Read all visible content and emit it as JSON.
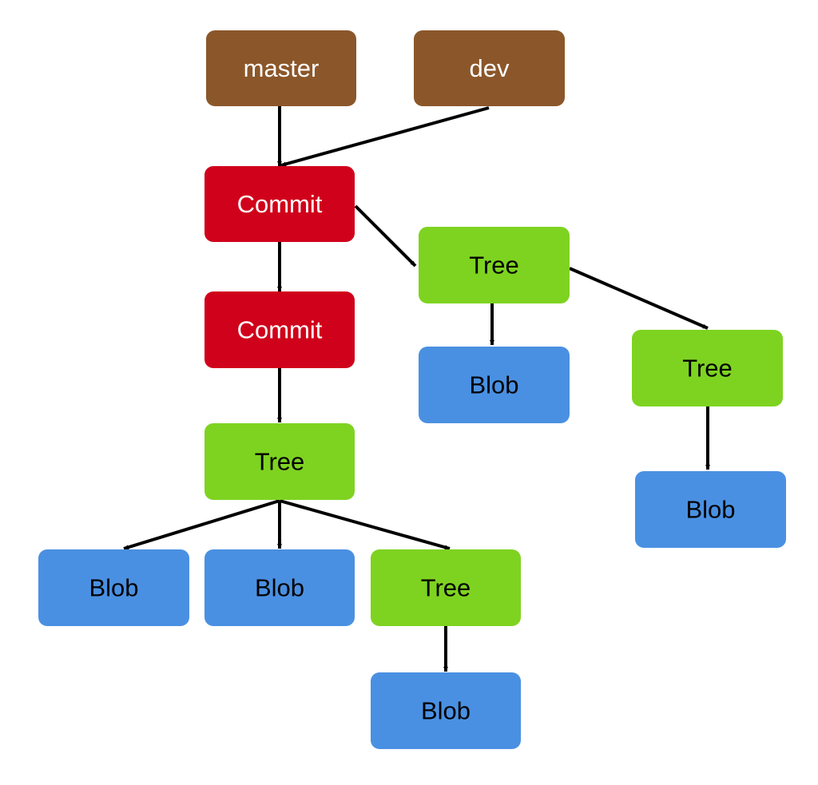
{
  "colors": {
    "branch": "#8b572a",
    "commit": "#d0021b",
    "tree": "#7ed321",
    "blob": "#4a90e2",
    "edge": "#000000",
    "light_text": "#ffffff",
    "dark_text": "#000000"
  },
  "nodes": [
    {
      "id": "master",
      "type": "branch",
      "label": "master"
    },
    {
      "id": "dev",
      "type": "branch",
      "label": "dev"
    },
    {
      "id": "commit1",
      "type": "commit",
      "label": "Commit"
    },
    {
      "id": "commit2",
      "type": "commit",
      "label": "Commit"
    },
    {
      "id": "tree_a",
      "type": "tree",
      "label": "Tree"
    },
    {
      "id": "blob_a",
      "type": "blob",
      "label": "Blob"
    },
    {
      "id": "tree_b",
      "type": "tree",
      "label": "Tree"
    },
    {
      "id": "blob_b",
      "type": "blob",
      "label": "Blob"
    },
    {
      "id": "tree_c",
      "type": "tree",
      "label": "Tree"
    },
    {
      "id": "blob_c1",
      "type": "blob",
      "label": "Blob"
    },
    {
      "id": "blob_c2",
      "type": "blob",
      "label": "Blob"
    },
    {
      "id": "tree_d",
      "type": "tree",
      "label": "Tree"
    },
    {
      "id": "blob_d",
      "type": "blob",
      "label": "Blob"
    }
  ],
  "edges": [
    {
      "from": "master",
      "to": "commit1"
    },
    {
      "from": "dev",
      "to": "commit1"
    },
    {
      "from": "commit1",
      "to": "commit2"
    },
    {
      "from": "commit1",
      "to": "tree_a"
    },
    {
      "from": "tree_a",
      "to": "blob_a"
    },
    {
      "from": "tree_a",
      "to": "tree_b"
    },
    {
      "from": "tree_b",
      "to": "blob_b"
    },
    {
      "from": "commit2",
      "to": "tree_c"
    },
    {
      "from": "tree_c",
      "to": "blob_c1"
    },
    {
      "from": "tree_c",
      "to": "blob_c2"
    },
    {
      "from": "tree_c",
      "to": "tree_d"
    },
    {
      "from": "tree_d",
      "to": "blob_d"
    }
  ]
}
